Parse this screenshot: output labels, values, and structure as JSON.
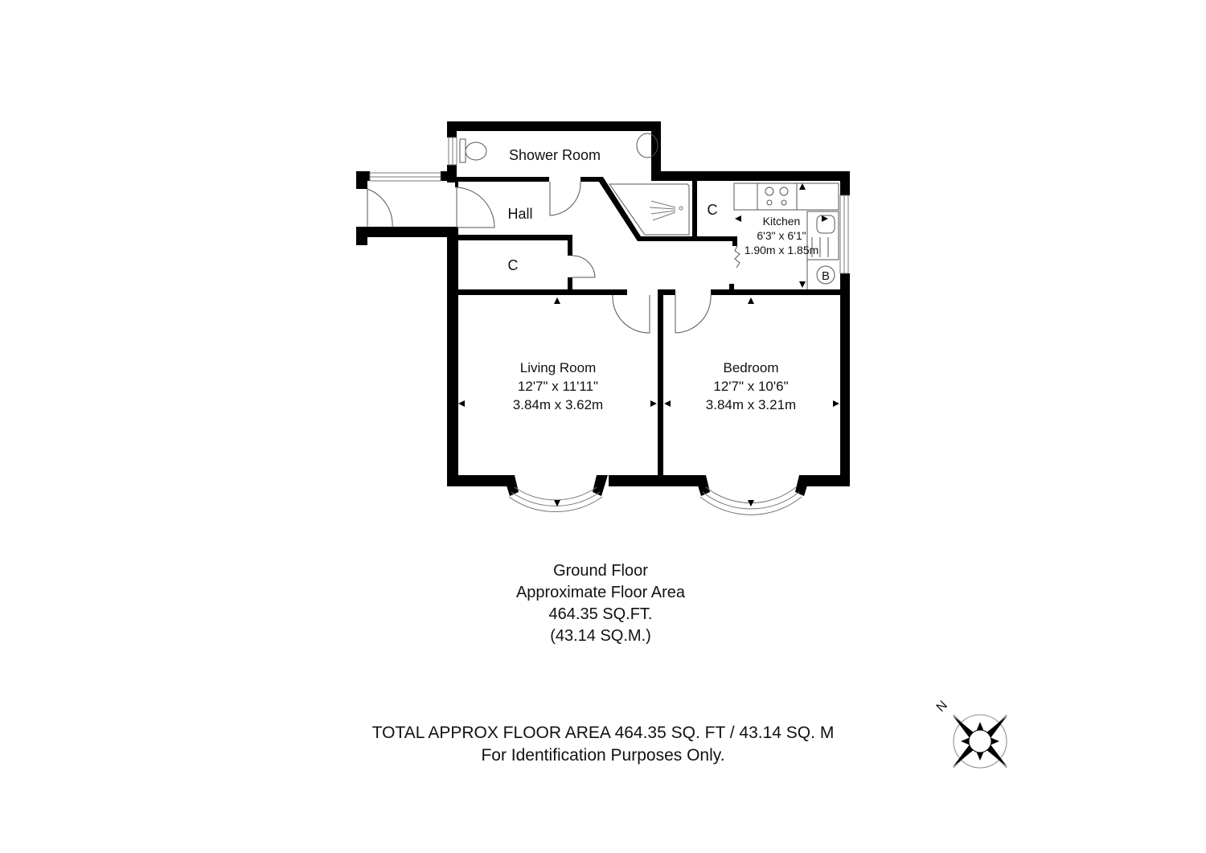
{
  "rooms": {
    "shower_room": {
      "name": "Shower Room"
    },
    "hall": {
      "name": "Hall"
    },
    "cupboard_upper": {
      "name": "C"
    },
    "cupboard_lower": {
      "name": "C"
    },
    "boiler": {
      "name": "B"
    },
    "kitchen": {
      "name": "Kitchen",
      "imperial": "6'3\" x 6'1\"",
      "metric": "1.90m x 1.85m"
    },
    "living_room": {
      "name": "Living Room",
      "imperial": "12'7\" x 11'11\"",
      "metric": "3.84m x 3.62m"
    },
    "bedroom": {
      "name": "Bedroom",
      "imperial": "12'7\" x 10'6\"",
      "metric": "3.84m x 3.21m"
    }
  },
  "floor_summary": {
    "floor": "Ground Floor",
    "label": "Approximate Floor Area",
    "sqft": "464.35 SQ.FT.",
    "sqm": "(43.14 SQ.M.)"
  },
  "footer": {
    "total": "TOTAL APPROX FLOOR AREA 464.35 SQ. FT / 43.14 SQ. M",
    "note": "For Identification Purposes Only."
  },
  "compass": {
    "north_label": "N"
  }
}
